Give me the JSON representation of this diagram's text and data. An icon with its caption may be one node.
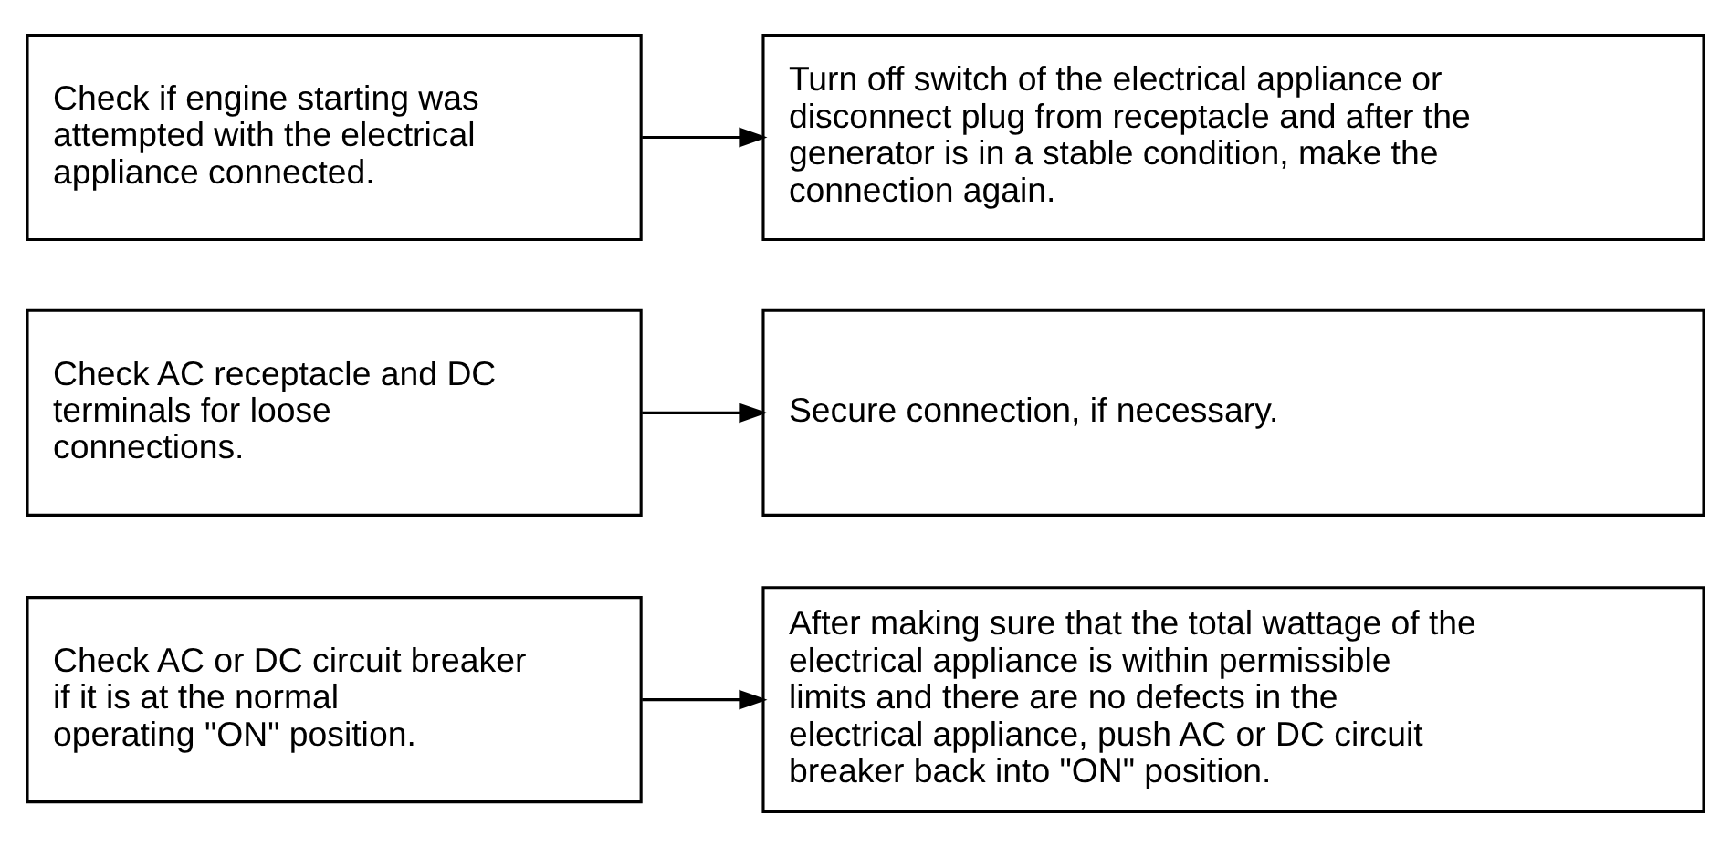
{
  "diagram": {
    "nodes": [
      {
        "text": [
          "Check AC or DC circuit breaker if it is at the normal operating \"ON\" position."
        ]
      },
      {
        "text": [
          "After making sure that the total wattage of the electrical appliance is within permissible limits and there are no defects in the electrical appliance, push AC or DC circuit breaker back into \"ON\" position."
        ]
      },
      {
        "text": [
          "Check AC receptacle and DC terminals for loose connections."
        ]
      },
      {
        "text": [
          "Secure connection, if necessary."
        ]
      },
      {
        "text": [
          "Check if engine starting was attempted with the electrical appliance connected."
        ]
      },
      {
        "text": [
          "Turn off switch of the electrical appliance or disconnect plug from receptacle and after the generator is in a stable condition, make the connection again."
        ]
      }
    ],
    "edges": [
      {
        "from": 0,
        "to": 1,
        "arrow": "to"
      },
      {
        "from": 2,
        "to": 3,
        "arrow": "to"
      },
      {
        "from": 4,
        "to": 5,
        "arrow": "to"
      }
    ]
  }
}
